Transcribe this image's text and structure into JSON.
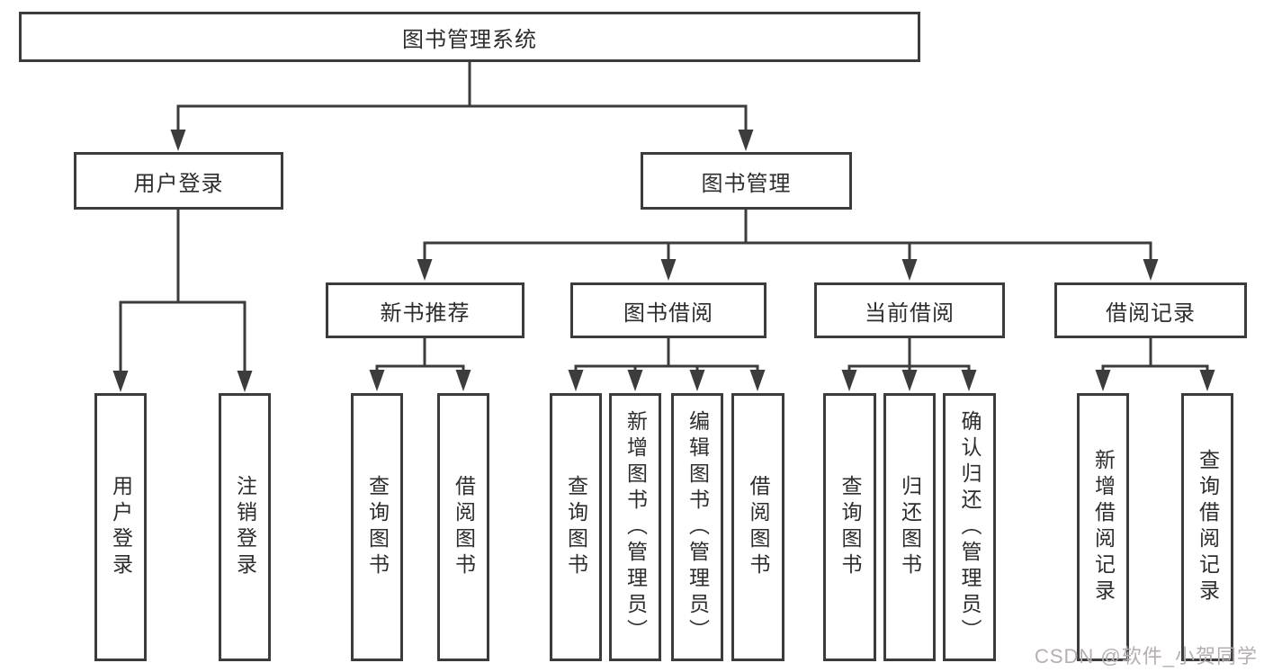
{
  "diagram_type": "function-structure-tree",
  "colors": {
    "line": "#3c3c3c",
    "node_border": "#3c3c3c",
    "node_text": "#2d2d2d",
    "background": "#ffffff",
    "watermark": "#b6aeb2"
  },
  "watermark": {
    "text": "CSDN @软件_小贺同学"
  },
  "tree": {
    "label": "图书管理系统",
    "children": [
      {
        "label": "用户登录",
        "children": [
          {
            "label": "用户登录"
          },
          {
            "label": "注销登录"
          }
        ]
      },
      {
        "label": "图书管理",
        "children": [
          {
            "label": "新书推荐",
            "children": [
              {
                "label": "查询图书"
              },
              {
                "label": "借阅图书"
              }
            ]
          },
          {
            "label": "图书借阅",
            "children": [
              {
                "label": "查询图书"
              },
              {
                "label": "新增图书（管理员）"
              },
              {
                "label": "编辑图书（管理员）"
              },
              {
                "label": "借阅图书"
              }
            ]
          },
          {
            "label": "当前借阅",
            "children": [
              {
                "label": "查询图书"
              },
              {
                "label": "归还图书"
              },
              {
                "label": "确认归还（管理员）"
              }
            ]
          },
          {
            "label": "借阅记录",
            "children": [
              {
                "label": "新增借阅记录"
              },
              {
                "label": "查询借阅记录"
              }
            ]
          }
        ]
      }
    ]
  }
}
